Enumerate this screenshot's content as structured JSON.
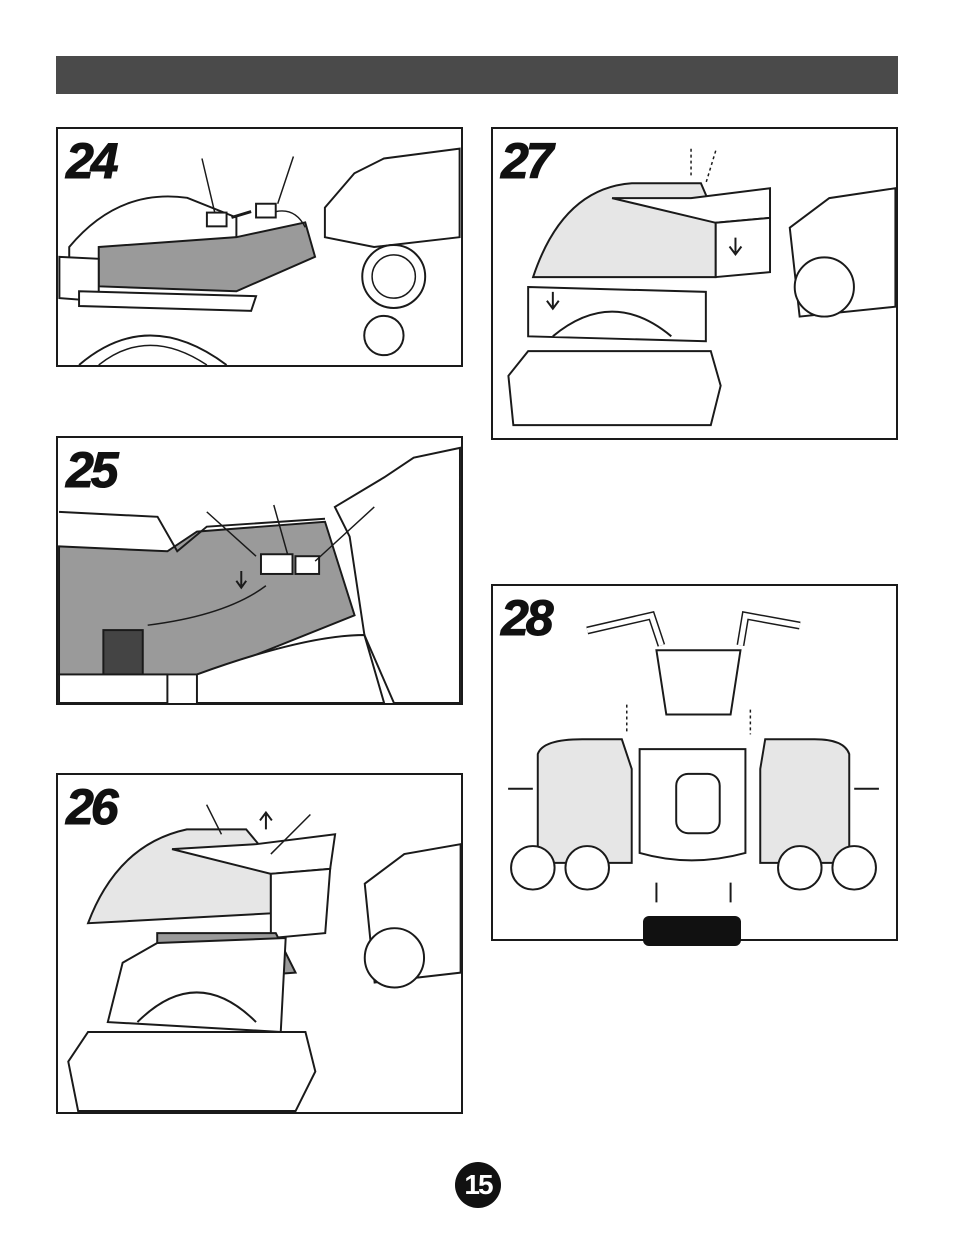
{
  "steps": [
    {
      "number": "24"
    },
    {
      "number": "25"
    },
    {
      "number": "26"
    },
    {
      "number": "27"
    },
    {
      "number": "28"
    }
  ],
  "page_number": "15",
  "colors": {
    "header_bar": "#4a4a4a",
    "part_gray": "#9a9a9a",
    "light_gray": "#e6e6e6",
    "outline": "#1a1a1a"
  }
}
